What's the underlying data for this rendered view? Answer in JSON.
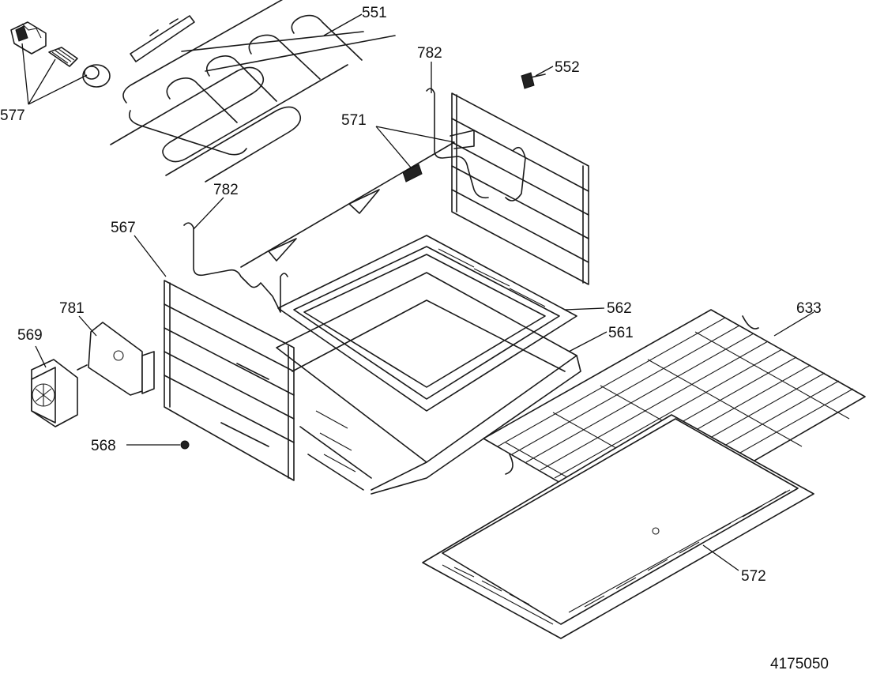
{
  "diagram": {
    "drawing_number": "4175050",
    "labels": [
      {
        "id": "551",
        "text": "551"
      },
      {
        "id": "552",
        "text": "552"
      },
      {
        "id": "561",
        "text": "561"
      },
      {
        "id": "562",
        "text": "562"
      },
      {
        "id": "567",
        "text": "567"
      },
      {
        "id": "568",
        "text": "568"
      },
      {
        "id": "569",
        "text": "569"
      },
      {
        "id": "571",
        "text": "571"
      },
      {
        "id": "572",
        "text": "572"
      },
      {
        "id": "577",
        "text": "577"
      },
      {
        "id": "633",
        "text": "633"
      },
      {
        "id": "781",
        "text": "781"
      },
      {
        "id": "782a",
        "text": "782"
      },
      {
        "id": "782b",
        "text": "782"
      }
    ]
  }
}
